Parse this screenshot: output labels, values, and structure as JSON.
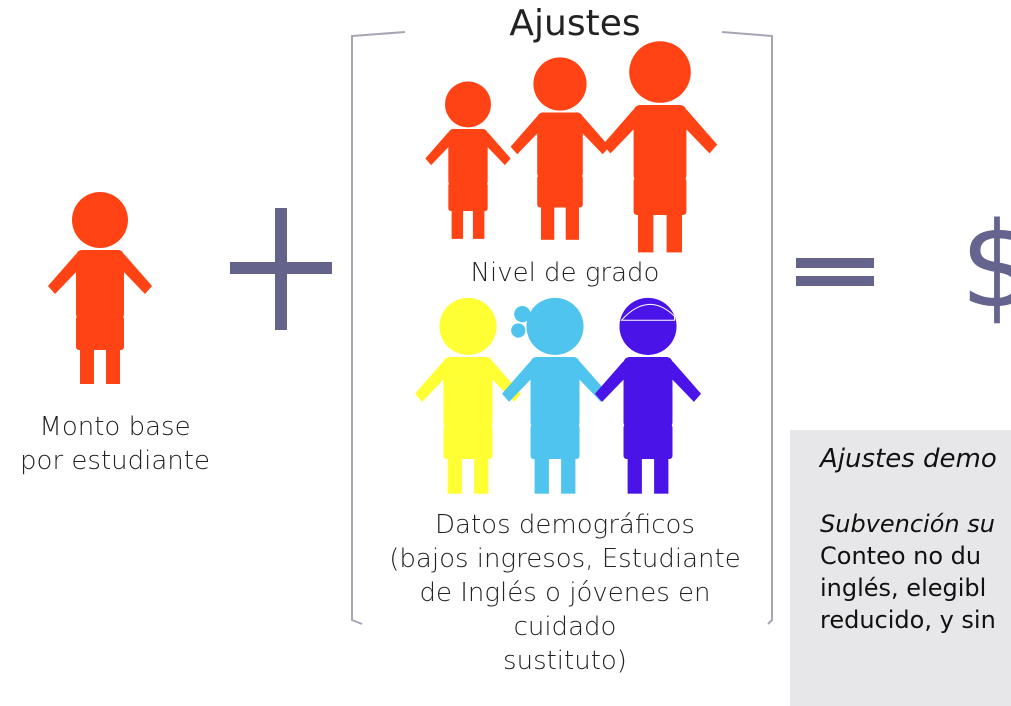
{
  "title": "Ajustes",
  "base_label": {
    "line1": "Monto base",
    "line2": "por estudiante"
  },
  "grade_label": "Nivel de grado",
  "demographics_label": {
    "line1": "Datos demográficos",
    "line2": "(bajos ingresos, Estudiante",
    "line3": "de Inglés o jóvenes en",
    "line4": "cuidado",
    "line5": "sustituto)"
  },
  "result_symbol": "$",
  "info_box": {
    "heading": "Ajustes demo",
    "subheading": "Subvención su",
    "lines": [
      "Conteo no du",
      "inglés, elegibl",
      "reducido, y sin"
    ]
  },
  "colors": {
    "figure_red": "#ff4314",
    "figure_yellow": "#ffff33",
    "figure_lightblue": "#4fc4ee",
    "figure_purple": "#4a14e8",
    "operator": "#63638c",
    "bracket": "#a5a5b5",
    "info_bg": "#e7e7e9"
  },
  "icons": [
    "student-figure",
    "plus-sign-icon",
    "equals-sign-icon",
    "bracket"
  ]
}
